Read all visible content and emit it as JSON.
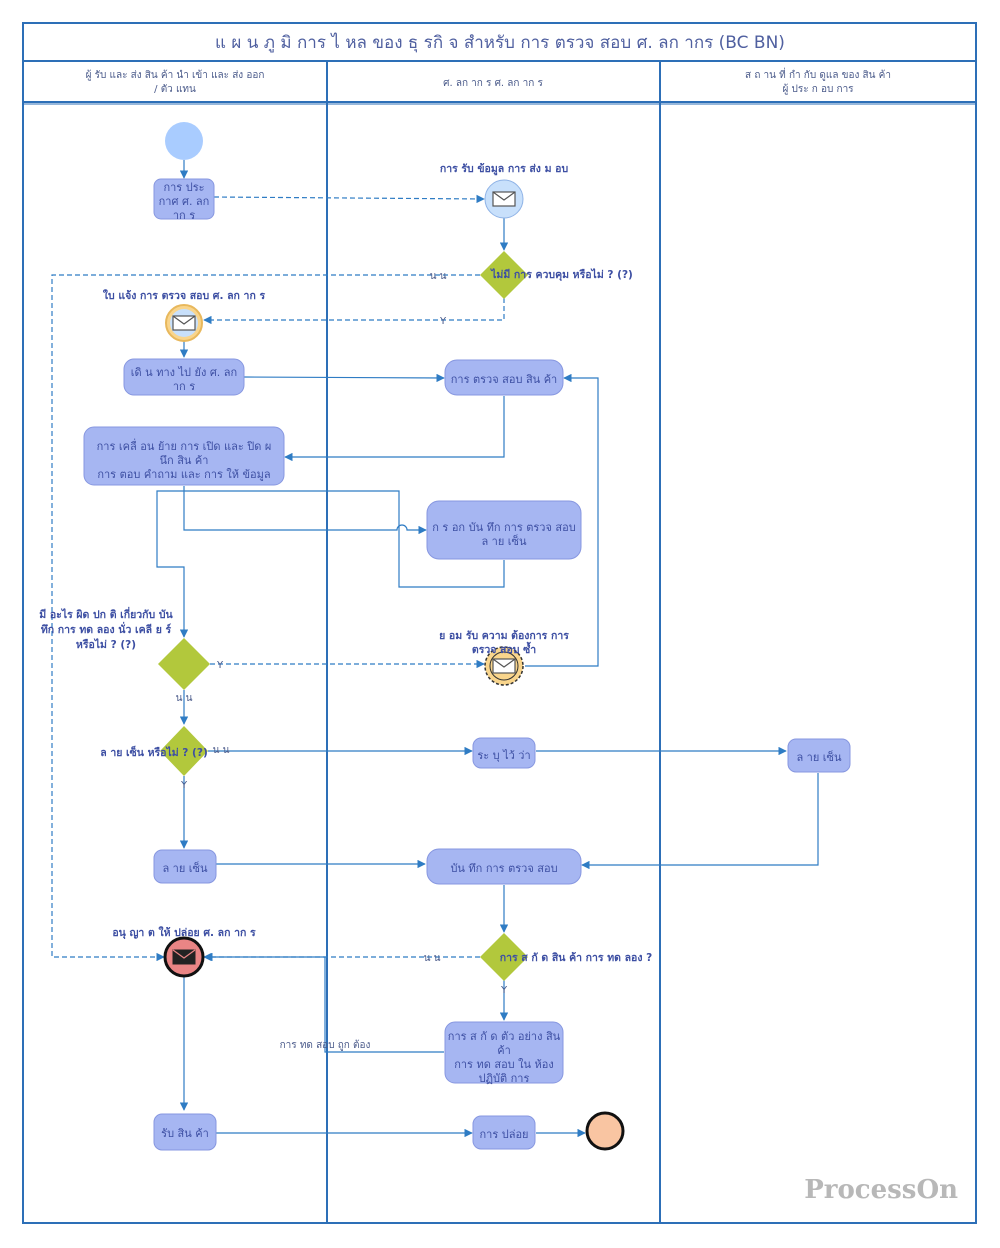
{
  "title": "แ ผ น ภู มิ การ ไ หล ของ ธุ รกิ จ สำหรับ การ ตรวจ สอบ ศ. ลก ากร (BC BN)",
  "lanes": [
    {
      "line1": "ผู้ รับ และ ส่ง สิน ค้า นำ เข้า และ ส่ง ออก",
      "line2": "/ ตัว แทน"
    },
    {
      "line1": "ศ. ลก าก ร ศ. ลก าก ร",
      "line2": ""
    },
    {
      "line1": "ส ถ าน ที่ กำ กับ ดูแล ของ สิน ค้า",
      "line2": "ผู้ ประ ก อบ การ"
    }
  ],
  "nodes": {
    "declare": [
      "การ ประ",
      "กาศ ศ. ลก",
      "าก ร"
    ],
    "travel": [
      "เดิ น ทาง ไป ยัง ศ. ลก",
      "าก ร"
    ],
    "move": [
      "การ เคลื่ อน ย้าย การ เปิด และ ปิด ผ",
      "นึก สิน ค้า",
      "การ ตอบ คำถาม และ การ ให้ ข้อมูล"
    ],
    "sign_left": [
      "ล าย เซ็น"
    ],
    "receive": [
      "รับ สิน ค้า"
    ],
    "inspect": [
      "การ ตรวจ สอบ สิน ค้า"
    ],
    "fill_record": [
      "ก ร อก บัน ทึก การ ตรวจ สอบ",
      "ล าย เซ็น"
    ],
    "specify": [
      "ระ บุ ไว้ ว่า"
    ],
    "record": [
      "บัน ทึก การ ตรวจ สอบ"
    ],
    "sample": [
      "การ ส กั ด ตัว อย่าง สิน",
      "ค้า",
      "การ ทด สอบ ใน ห้อง",
      "ปฏิบัติ การ"
    ],
    "release": [
      "การ ปล่อย"
    ],
    "sign_right": [
      "ล าย เซ็น"
    ]
  },
  "labels": {
    "receive_msg": "การ รับ ข้อมูล การ ส่ง ม อบ",
    "notice": "ใบ แจ้ง การ ตรวจ สอบ ศ. ลก าก ร",
    "accept": [
      "ย อม รับ ความ ต้องการ การ",
      "ตรวจ สอบ ซ้ำ"
    ],
    "anomaly": [
      "มี อะไร ผิด ปก ติ เกี่ยวกับ บัน",
      "ทึก การ ทด ลอง นั่ว เคลี ย ร์",
      "หรือไม่ ? (?)"
    ],
    "permit": "อนุ ญา ต ให้ ปล่อย ศ. ลก าก ร",
    "control_q": "ไม่มี การ ควบคุม หรือไม่ ? (?)",
    "sign_q": "ล าย เซ็น หรือไม่ ? (?)",
    "extract_q": "การ ส กั ด สิน ค้า การ ทด ลอง ?"
  },
  "edge_labels": {
    "no": "น น",
    "yes": "Y",
    "test_ok": "การ ทด สอบ ถูก ต้อง"
  },
  "watermark": "ProcessOn",
  "colors": {
    "frame": "#2d6fb7",
    "task_fill": "#a6b6f2",
    "task_stroke": "#8797e0",
    "decision": "#b2c83c",
    "start": "#a9ccff",
    "msg_fill": "#c8e0fb",
    "msg_orange": "#f9d58c",
    "end_event": "#e98585",
    "end_fill": "#f9c5a2",
    "edge": "#2f7cc4"
  }
}
